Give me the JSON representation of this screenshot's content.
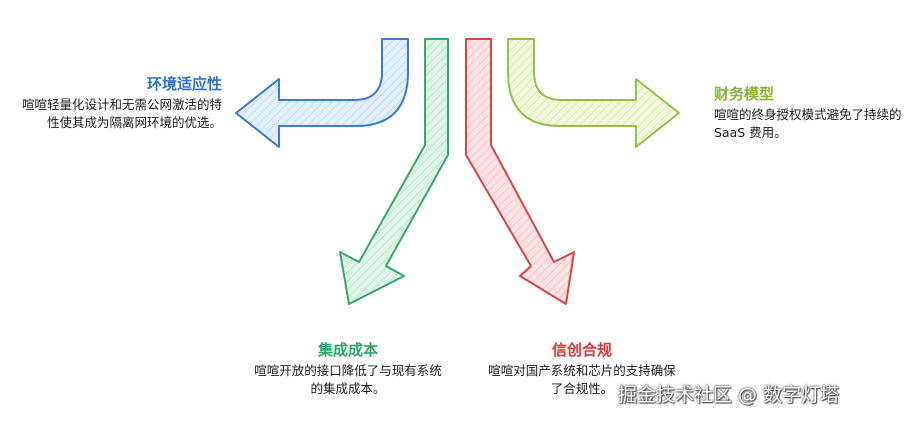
{
  "colors": {
    "blue": "#3d7bd0",
    "blue_fill": "#dceafb",
    "green": "#37a86c",
    "green_fill": "#d7f1e2",
    "red": "#d64545",
    "red_fill": "#fbdede",
    "lime": "#97bf4a",
    "lime_fill": "#eef7d6"
  },
  "items": [
    {
      "title": "环境适应性",
      "desc": "喧喧轻量化设计和无需公网激活的特性使其成为隔离网环境的优选。"
    },
    {
      "title": "财务模型",
      "desc": "喧喧的终身授权模式避免了持续的 SaaS 费用。"
    },
    {
      "title": "集成成本",
      "desc": "喧喧开放的接口降低了与现有系统的集成成本。"
    },
    {
      "title": "信创合规",
      "desc": "喧喧对国产系统和芯片的支持确保了合规性。"
    }
  ],
  "watermark": "掘金技术社区 @ 数字灯塔"
}
